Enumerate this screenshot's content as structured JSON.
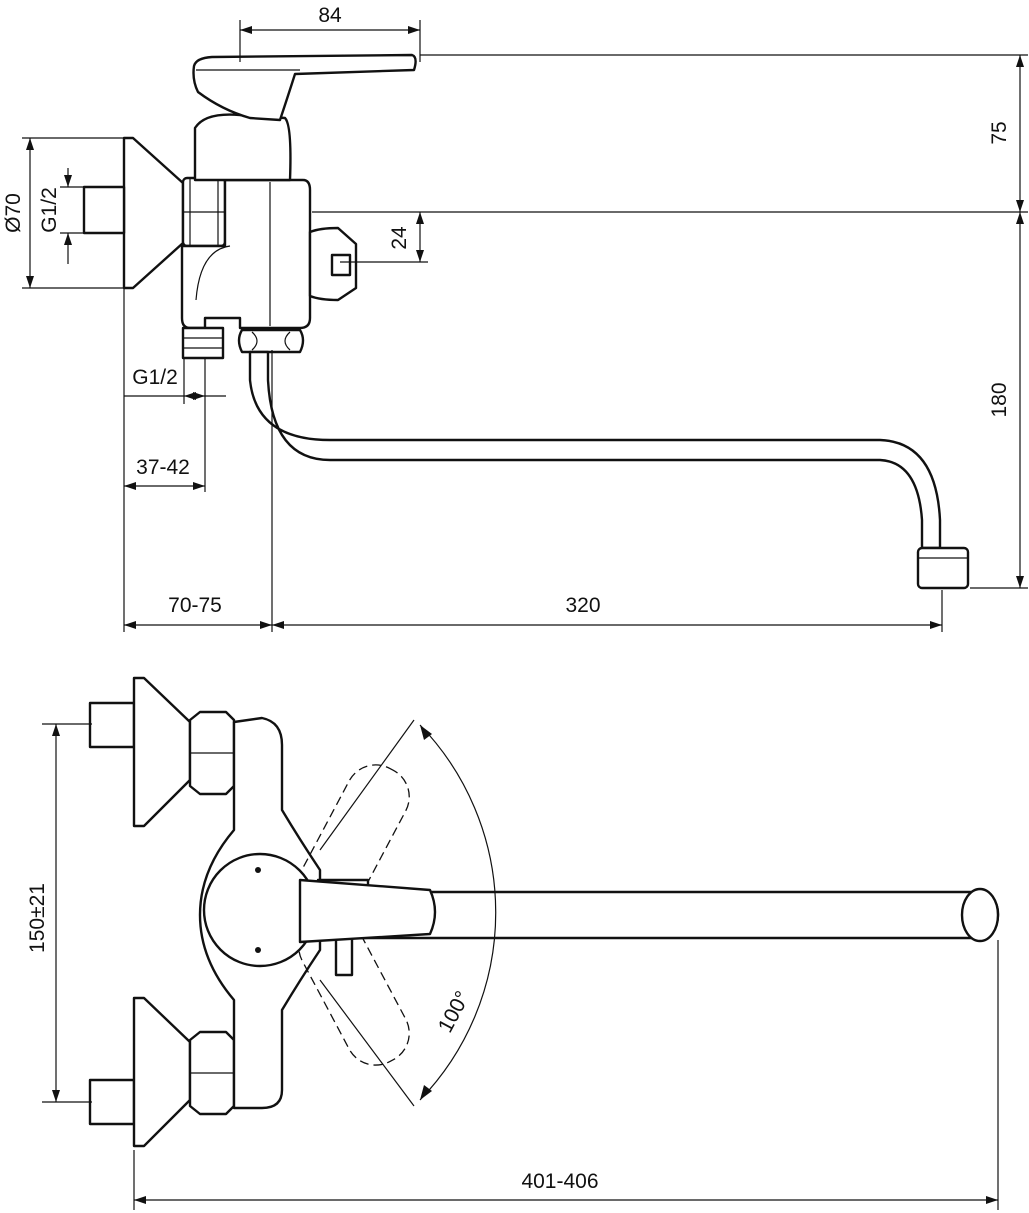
{
  "dimensions": {
    "handle_offset": "84",
    "handle_height": "75",
    "diameter_rosette": "Ø70",
    "thread_inlet_side": "G1/2",
    "diverter_offset": "24",
    "spout_height": "180",
    "thread_inlet_bottom": "G1/2",
    "inlet_depth": "37-42",
    "wall_to_spout": "70-75",
    "spout_reach": "320",
    "inlet_spacing": "150±21",
    "swivel_angle": "100°",
    "overall_length": "401-406"
  }
}
